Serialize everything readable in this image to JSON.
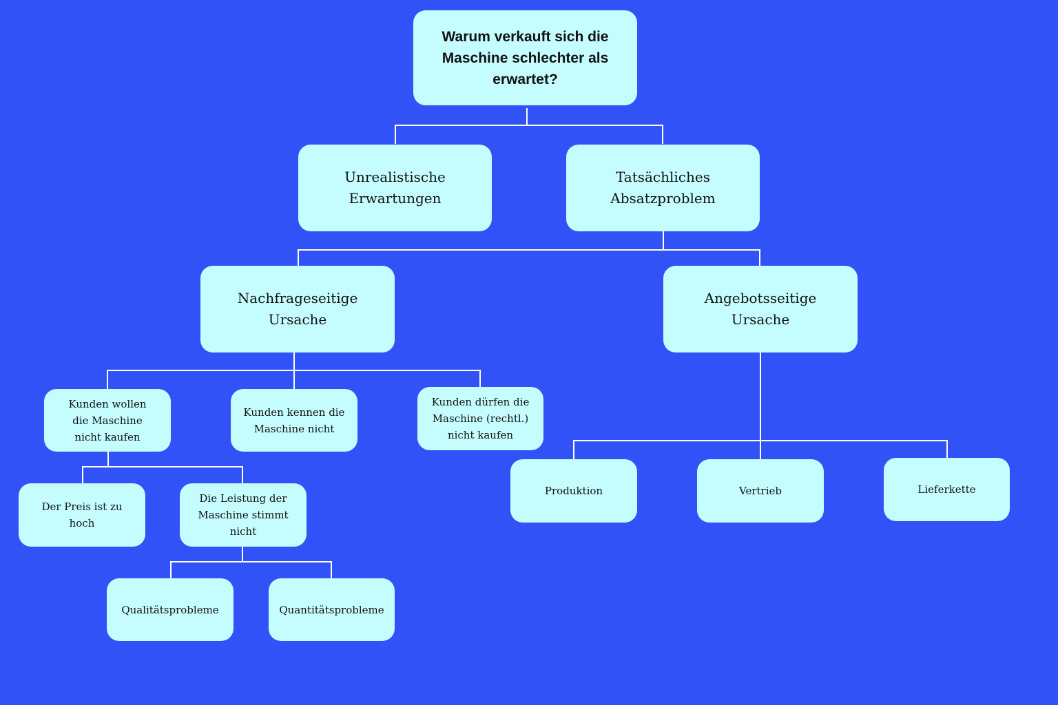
{
  "diagram": {
    "root": "Warum verkauft sich die\nMaschine schlechter als\nerwartet?",
    "unrealistic": "Unrealistische\nErwartungen",
    "actual": "Tatsächliches\nAbsatzproblem",
    "demand": "Nachfrageseitige\nUrsache",
    "supply": "Angebotsseitige\nUrsache",
    "dont_want": "Kunden wollen\ndie Maschine\nnicht kaufen",
    "dont_know": "Kunden kennen die\nMaschine nicht",
    "not_allowed": "Kunden dürfen die\nMaschine (rechtl.)\nnicht kaufen",
    "price": "Der Preis ist zu\nhoch",
    "performance": "Die Leistung der\nMaschine stimmt\nnicht",
    "quality": "Qualitätsprobleme",
    "quantity": "Quantitätsprobleme",
    "production": "Produktion",
    "sales": "Vertrieb",
    "supply_chain": "Lieferkette"
  },
  "colors": {
    "background": "#3152f6",
    "node": "#c5fdff",
    "connector": "#ffffff"
  }
}
